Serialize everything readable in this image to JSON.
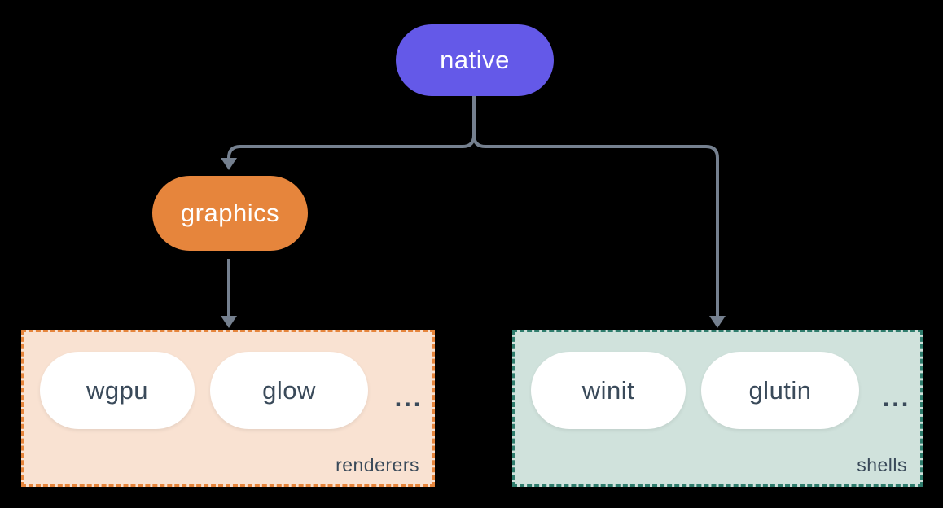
{
  "diagram": {
    "nodes": {
      "native": {
        "label": "native"
      },
      "graphics": {
        "label": "graphics"
      }
    },
    "groups": {
      "renderers": {
        "label": "renderers",
        "items": [
          "wgpu",
          "glow",
          "..."
        ]
      },
      "shells": {
        "label": "shells",
        "items": [
          "winit",
          "glutin",
          "..."
        ]
      }
    },
    "edges": [
      {
        "from": "native",
        "to": "graphics"
      },
      {
        "from": "native",
        "to": "shells"
      },
      {
        "from": "graphics",
        "to": "renderers"
      }
    ]
  },
  "colors": {
    "background": "#000000",
    "native": "#6459E8",
    "graphics": "#E6853C",
    "connector": "#75808F",
    "renderers_bg": "#F9E2D2",
    "renderers_border": "#E6853C",
    "shells_bg": "#D0E2DC",
    "shells_border": "#2F7D6D",
    "pill_bg": "#FFFFFF",
    "text_dark": "#3A4A5A",
    "text_light": "#FFFFFF"
  }
}
